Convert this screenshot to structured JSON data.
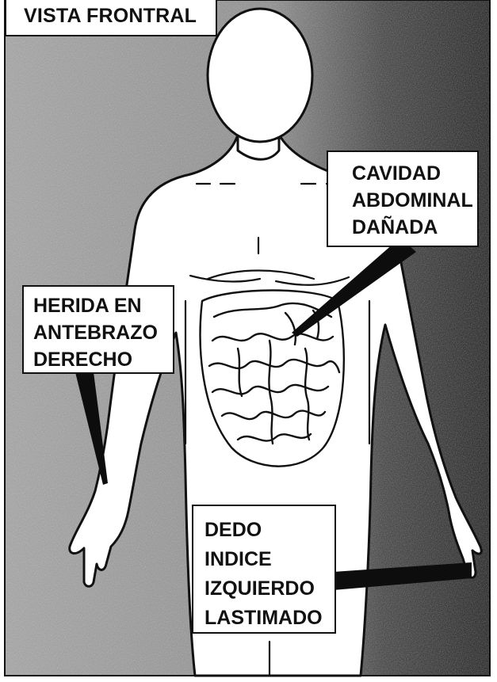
{
  "view_label": "VISTA FRONTRAL",
  "callouts": {
    "abdomen": [
      "CAVIDAD",
      "ABDOMINAL",
      "DAÑADA"
    ],
    "forearm": [
      "HERIDA EN",
      "ANTEBRAZO",
      "DERECHO"
    ],
    "finger": [
      "DEDO",
      "INDICE",
      "IZQUIERDO",
      "LASTIMADO"
    ]
  },
  "colors": {
    "ink": "#111111",
    "paper": "#ffffff",
    "background_light": "#9a9a9a",
    "background_dark": "#1c1c1c"
  }
}
